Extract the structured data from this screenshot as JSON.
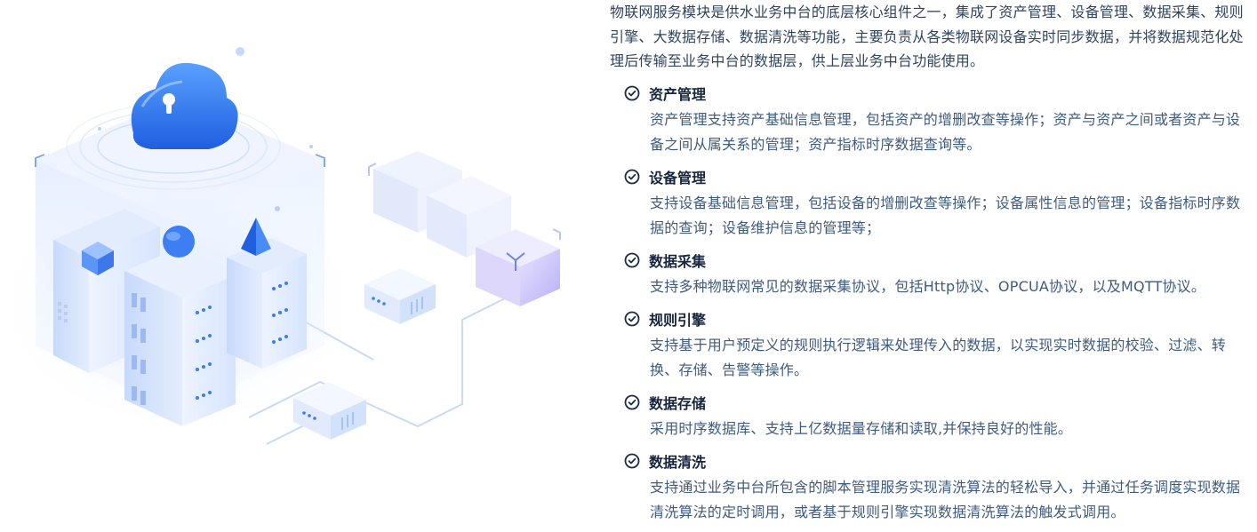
{
  "intro": "物联网服务模块是供水业务中台的底层核心组件之一，集成了资产管理、设备管理、数据采集、规则引擎、大数据存储、数据清洗等功能，主要负责从各类物联网设备实时同步数据，并将数据规范化处理后传输至业务中台的数据层，供上层业务中台功能使用。",
  "features": [
    {
      "title": "资产管理",
      "desc": "资产管理支持资产基础信息管理，包括资产的增删改查等操作；资产与资产之间或者资产与设备之间从属关系的管理；资产指标时序数据查询等。"
    },
    {
      "title": "设备管理",
      "desc": "支持设备基础信息管理，包括设备的增删改查等操作；设备属性信息的管理；设备指标时序数据的查询；设备维护信息的管理等；"
    },
    {
      "title": "数据采集",
      "desc": "支持多种物联网常见的数据采集协议，包括Http协议、OPCUA协议，以及MQTT协议。"
    },
    {
      "title": "规则引擎",
      "desc": "支持基于用户预定义的规则执行逻辑来处理传入的数据，以实现实时数据的校验、过滤、转换、存储、告警等操作。"
    },
    {
      "title": "数据存储",
      "desc": "采用时序数据库、支持上亿数据量存储和读取,并保持良好的性能。"
    },
    {
      "title": "数据清洗",
      "desc": "支持通过业务中台所包含的脚本管理服务实现清洗算法的轻松导入，并通过任务调度实现数据清洗算法的定时调用，或者基于规则引擎实现数据清洗算法的触发式调用。"
    }
  ],
  "icons": {
    "check": "check-circle-icon",
    "cloud": "cloud-lock-icon"
  },
  "colors": {
    "accent": "#2f6fe8",
    "text": "#3e5b80",
    "heading": "#17253d"
  }
}
